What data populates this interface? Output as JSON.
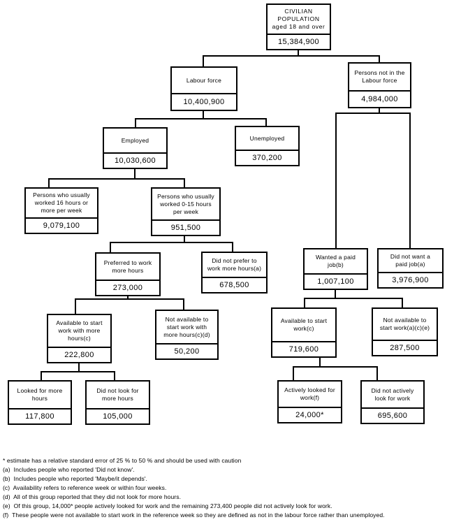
{
  "nodes": {
    "civilian": {
      "label": "CIVILIAN\nPOPULATION\naged 18 and over",
      "value": "15,384,900"
    },
    "labour_force": {
      "label": "Labour force",
      "value": "10,400,900"
    },
    "not_in_labour_force": {
      "label": "Persons not in the\nLabour force",
      "value": "4,984,000"
    },
    "employed": {
      "label": "Employed",
      "value": "10,030,600"
    },
    "unemployed": {
      "label": "Unemployed",
      "value": "370,200"
    },
    "worked_16_plus": {
      "label": "Persons who usually\nworked 16 hours or\nmore per week",
      "value": "9,079,100"
    },
    "worked_0_15": {
      "label": "Persons who usually\nworked 0-15 hours\nper week",
      "value": "951,500"
    },
    "preferred_more_hours": {
      "label": "Preferred to work\nmore hours",
      "value": "273,000"
    },
    "did_not_prefer_more_hours": {
      "label": "Did not prefer to\nwork more hours(a)",
      "value": "678,500"
    },
    "available_more_hours": {
      "label": "Available to start\nwork with more\nhours(c)",
      "value": "222,800"
    },
    "not_available_more_hours": {
      "label": "Not available to\nstart work with\nmore hours(c)(d)",
      "value": "50,200"
    },
    "looked_for_more_hours": {
      "label": "Looked for more\nhours",
      "value": "117,800"
    },
    "did_not_look_for_more_hours": {
      "label": "Did not look for\nmore hours",
      "value": "105,000"
    },
    "wanted_paid_job": {
      "label": "Wanted a paid\njob(b)",
      "value": "1,007,100"
    },
    "did_not_want_paid_job": {
      "label": "Did not want a\npaid job(a)",
      "value": "3,976,900"
    },
    "available_to_start_work": {
      "label": "Available to start\nwork(c)",
      "value": "719,600"
    },
    "not_available_to_start_work": {
      "label": "Not available to\nstart work(a)(c)(e)",
      "value": "287,500"
    },
    "actively_looked_for_work": {
      "label": "Actively looked for\nwork(f)",
      "value": "24,000*"
    },
    "did_not_actively_look": {
      "label": "Did not actively\nlook for work",
      "value": "695,600"
    }
  },
  "footnotes": [
    "* estimate has a relative standard error of 25 % to 50 % and should be used with caution",
    "(a)  Includes people who reported 'Did not know'.",
    "(b)  Includes people who reported 'Maybe/it depends'.",
    "(c)  Availability refers to reference week or within four weeks.",
    "(d)  All of this group reported that they did not look for more hours.",
    "(e)  Of this group, 14,000* people actively looked for work and the remaining 273,400 people did not actively look for work.",
    "(f)  These people were not available to start work in the reference week so they are defined as not in the labour force rather than unemployed."
  ]
}
